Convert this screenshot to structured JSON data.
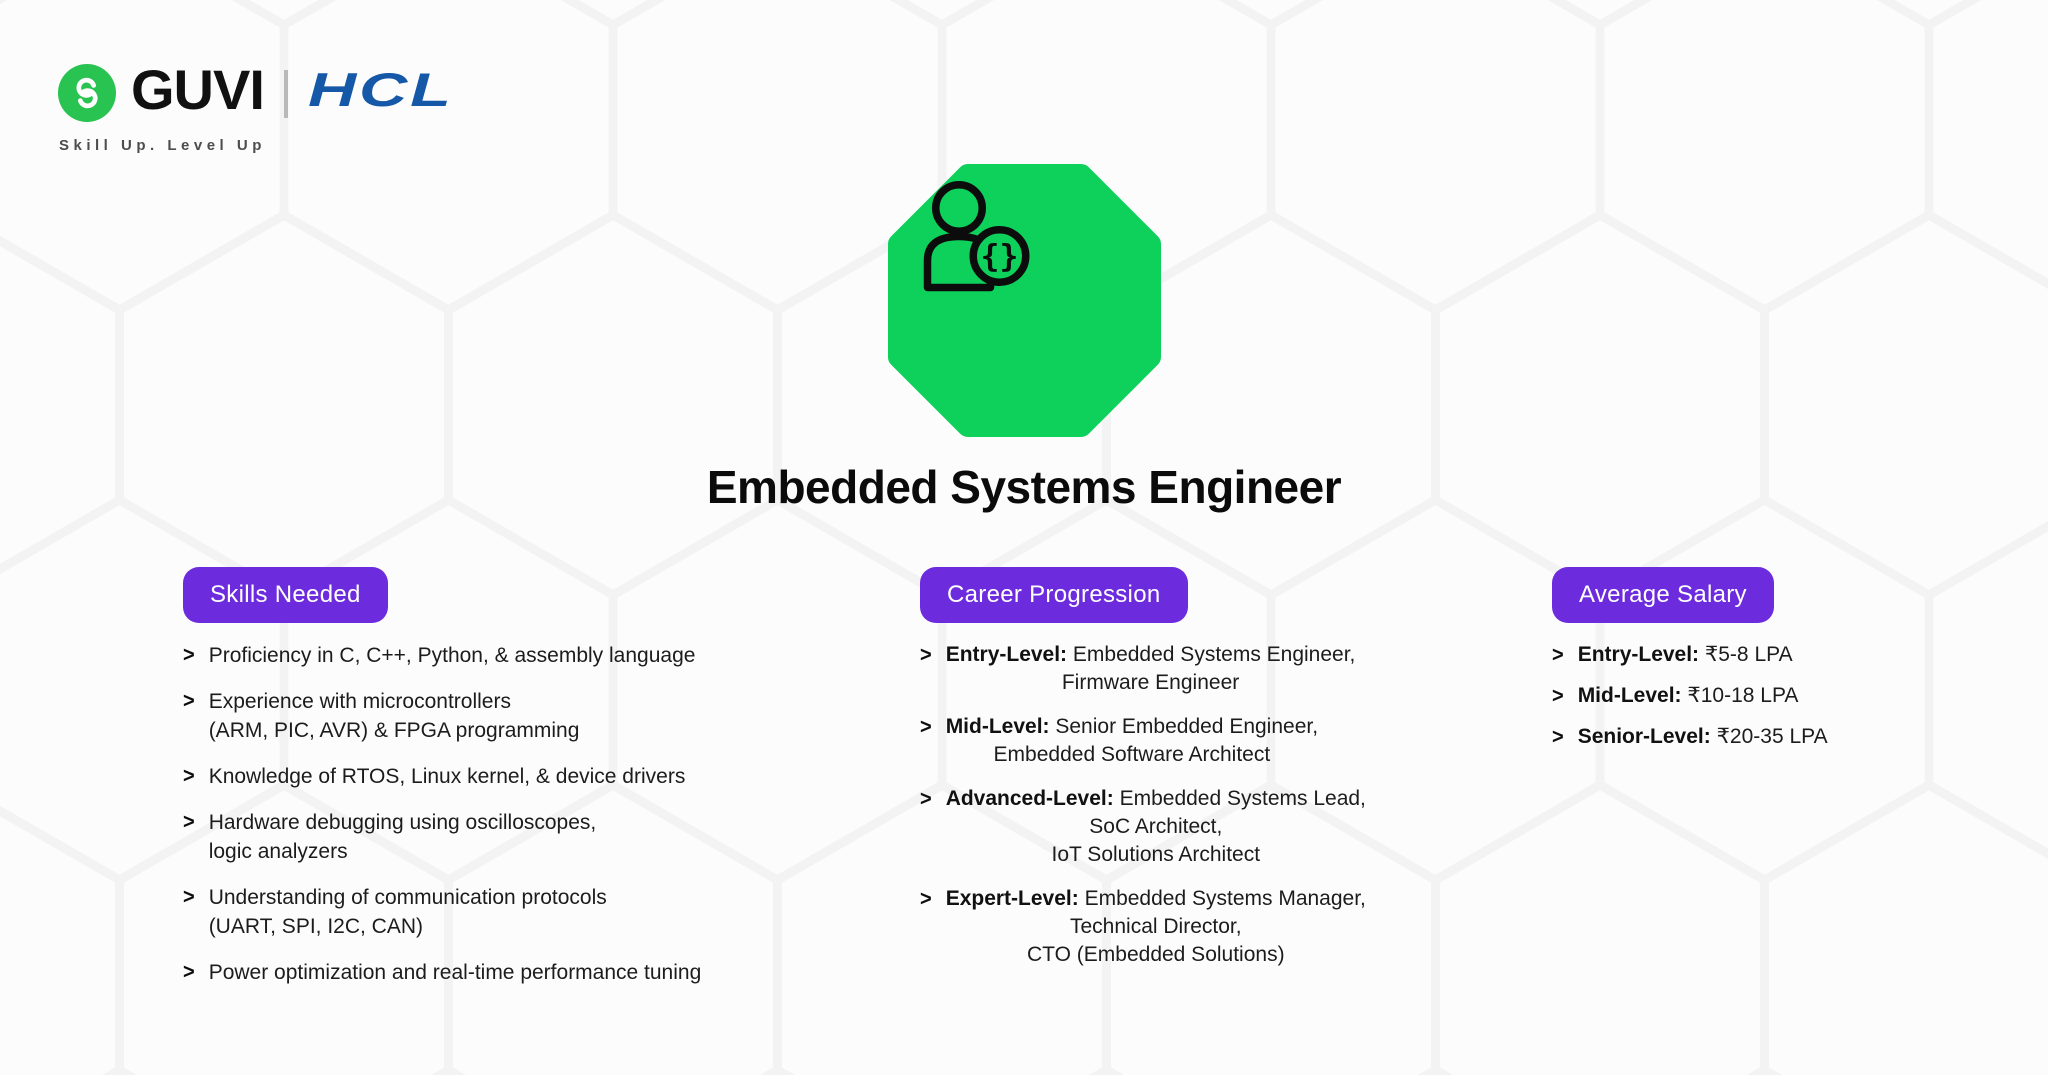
{
  "theme": {
    "pill_purple": "#6D2BDE",
    "octagon_green": "#0ED15C",
    "logo_green": "#29C351",
    "hcl_blue": "#1658A8",
    "background": "#fcfcfc",
    "hex_pattern_line": "#f3f3f3"
  },
  "bullet_char": ">",
  "brand": {
    "guvi_label": "GUVI",
    "partner_label": "HCL",
    "tagline": "Skill Up. Level Up",
    "logo_icon": "guvi-g-mark"
  },
  "hero": {
    "icon": "person-code-badge-icon",
    "badge_glyph": "{}",
    "title": "Embedded Systems Engineer"
  },
  "columns": [
    {
      "id": "skills",
      "header": "Skills Needed",
      "items": [
        {
          "lines": [
            "Proficiency in C, C++, Python, & assembly language"
          ]
        },
        {
          "lines": [
            "Experience with microcontrollers",
            "(ARM, PIC, AVR) & FPGA programming"
          ]
        },
        {
          "lines": [
            "Knowledge of RTOS, Linux kernel, & device drivers"
          ]
        },
        {
          "lines": [
            "Hardware debugging using oscilloscopes,",
            "logic analyzers"
          ]
        },
        {
          "lines": [
            "Understanding of communication protocols",
            "(UART, SPI, I2C, CAN)"
          ]
        },
        {
          "lines": [
            "Power optimization and real-time performance tuning"
          ]
        }
      ]
    },
    {
      "id": "career",
      "header": "Career Progression",
      "items": [
        {
          "label": "Entry-Level:",
          "lines": [
            "Embedded Systems Engineer,",
            "Firmware Engineer"
          ]
        },
        {
          "label": "Mid-Level:",
          "lines": [
            "Senior Embedded Engineer,",
            "Embedded Software Architect"
          ]
        },
        {
          "label": "Advanced-Level:",
          "lines": [
            "Embedded Systems Lead,",
            "SoC Architect,",
            "IoT Solutions Architect"
          ]
        },
        {
          "label": "Expert-Level:",
          "lines": [
            "Embedded Systems Manager,",
            "Technical Director,",
            "CTO (Embedded Solutions)"
          ]
        }
      ]
    },
    {
      "id": "salary",
      "header": "Average Salary",
      "items": [
        {
          "label": "Entry-Level:",
          "lines": [
            "₹5-8 LPA"
          ]
        },
        {
          "label": "Mid-Level:",
          "lines": [
            "₹10-18 LPA"
          ]
        },
        {
          "label": "Senior-Level:",
          "lines": [
            "₹20-35 LPA"
          ]
        }
      ]
    }
  ]
}
